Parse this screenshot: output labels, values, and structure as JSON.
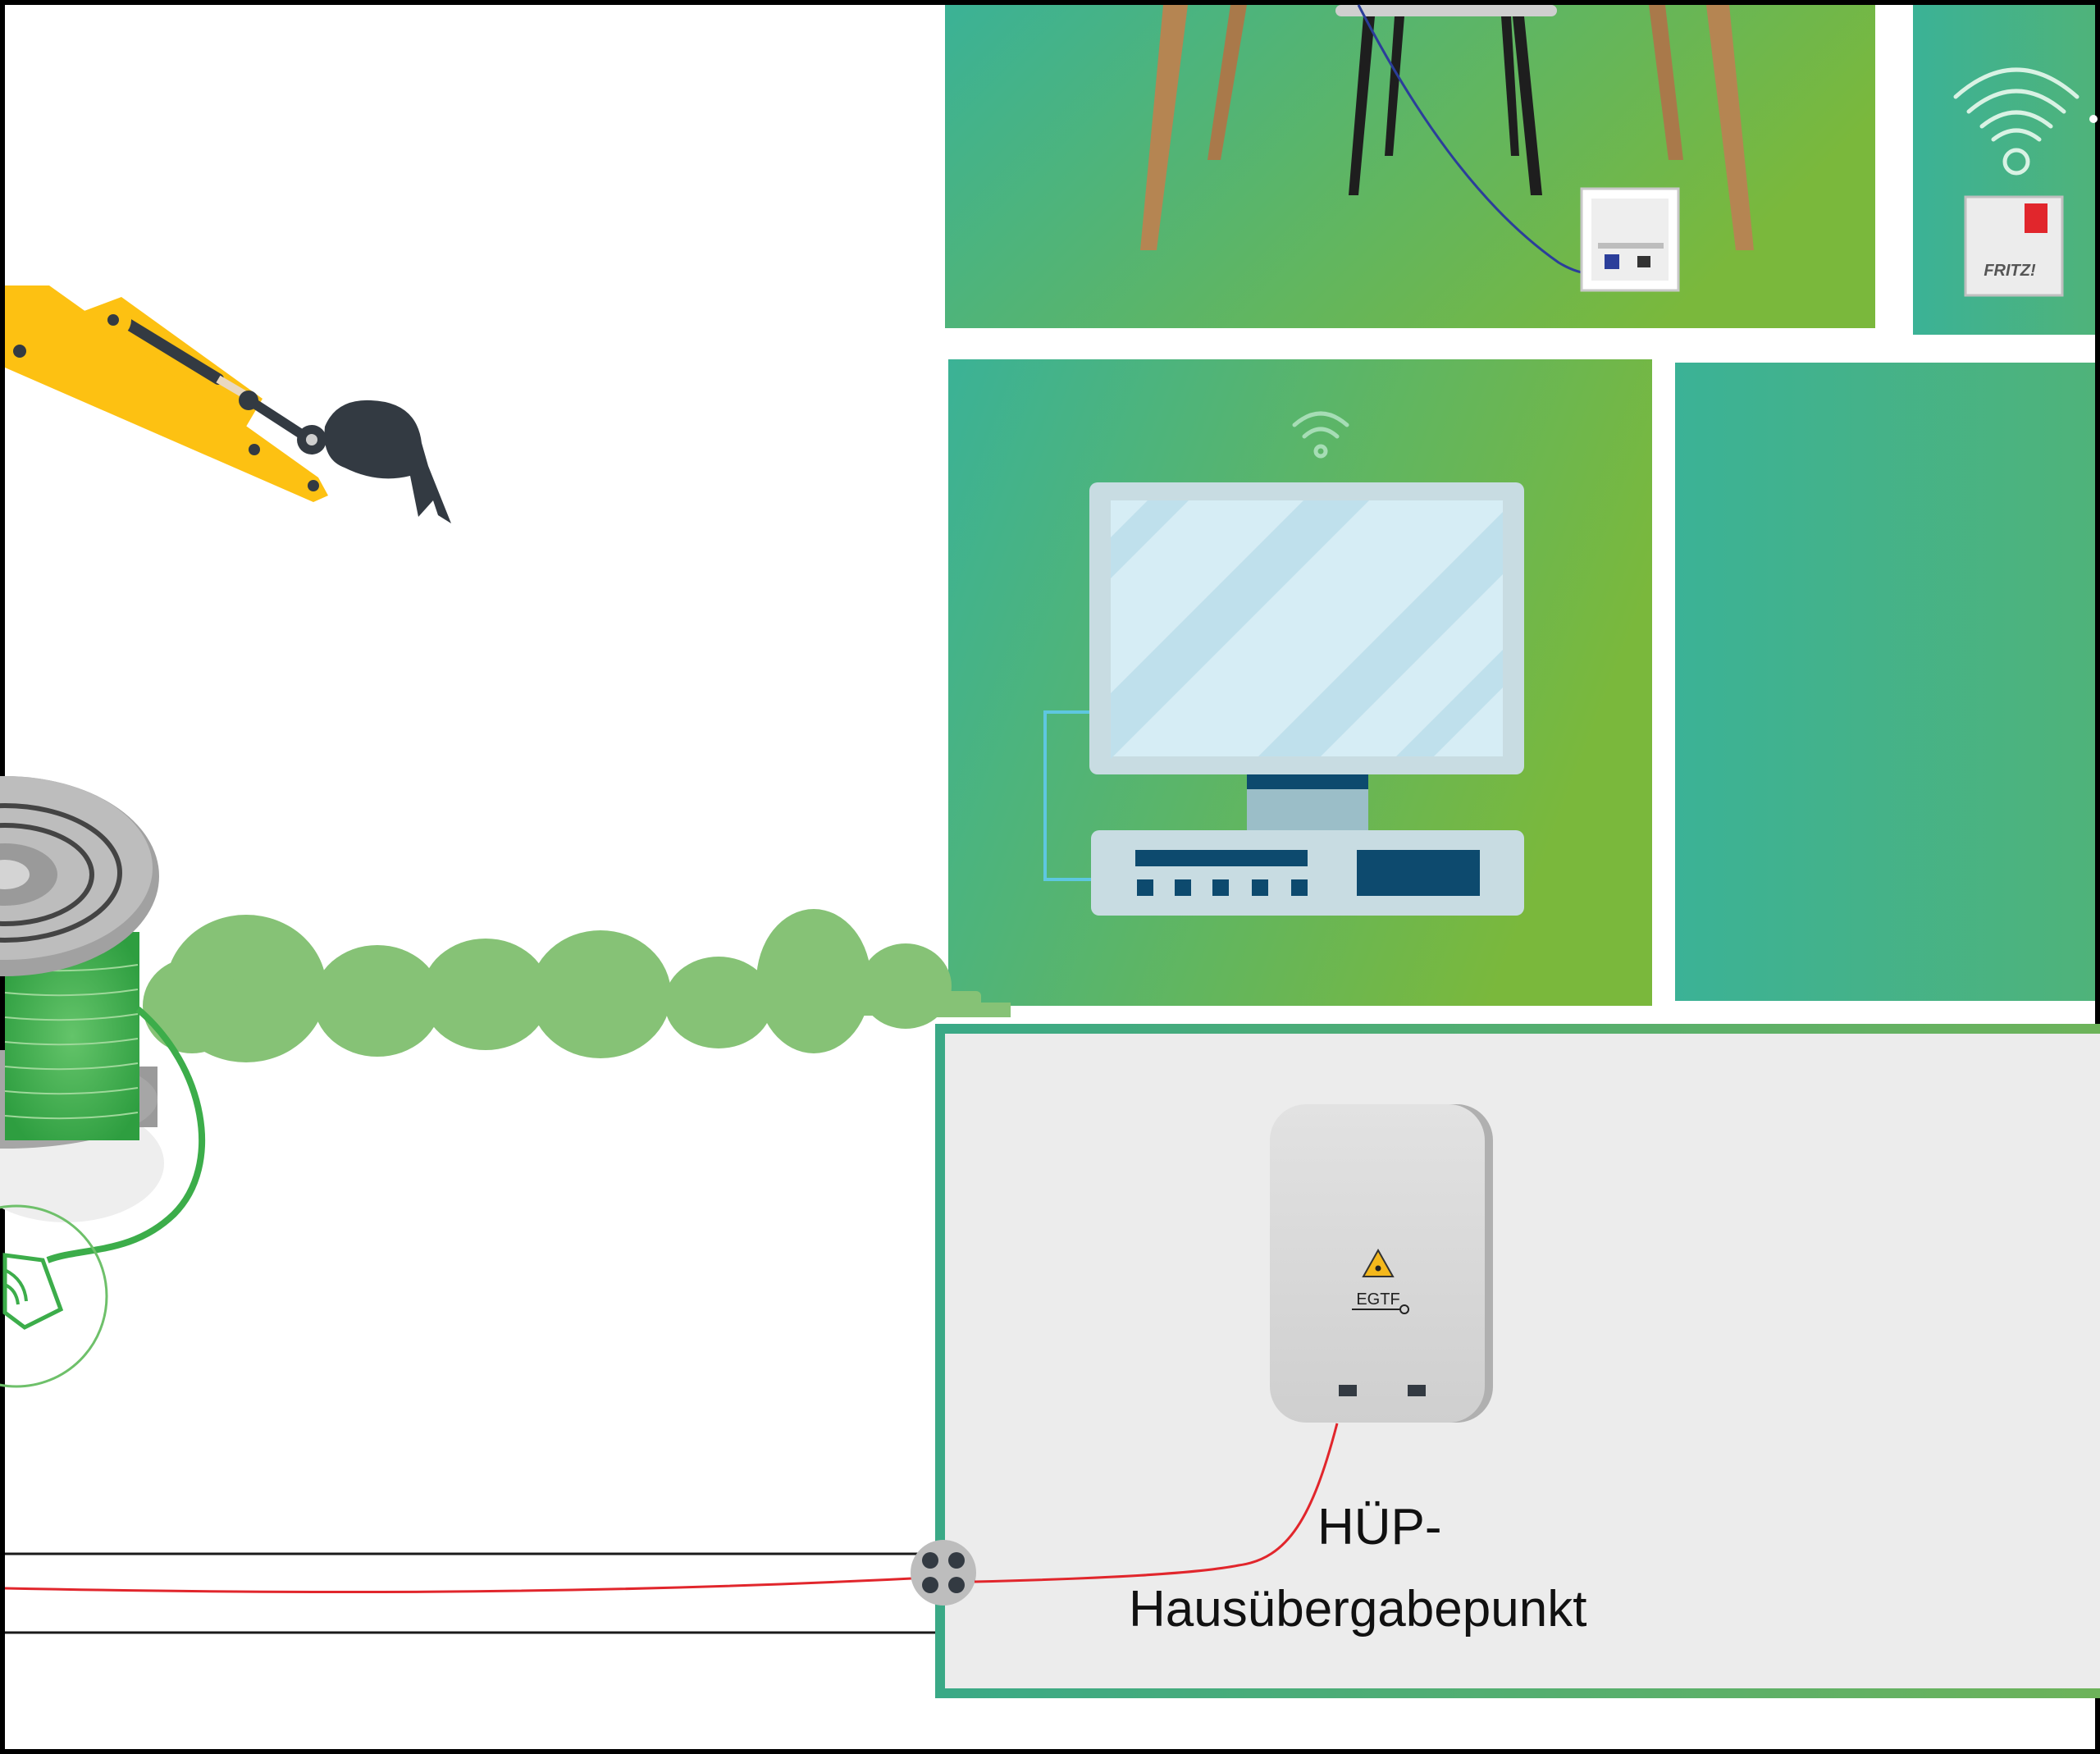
{
  "labels": {
    "huep_line1": "HÜP-",
    "huep_line2": "Hausübergabepunkt",
    "router_brand": "FRITZ!",
    "ont_brand": "EGTF"
  },
  "icons": {
    "wifi_large": "wifi-icon",
    "wifi_small": "wifi-icon",
    "laser_warning": "laser-warning-icon",
    "fiber_plug": "fiber-plug-icon"
  },
  "colors": {
    "room_gradient_start": "#3bb296",
    "room_gradient_end": "#7ab83c",
    "basement_border": "#3aa986",
    "basement_fill": "#ececec",
    "excavator_yellow": "#fdc112",
    "excavator_dark": "#333a42",
    "bush_green": "#86c276",
    "fiber_red": "#e1262c",
    "reel_green": "#3cad4a",
    "monitor_frame": "#c8dce2",
    "monitor_screen": "#d6edf5",
    "accent_navy": "#0d4a6e"
  }
}
